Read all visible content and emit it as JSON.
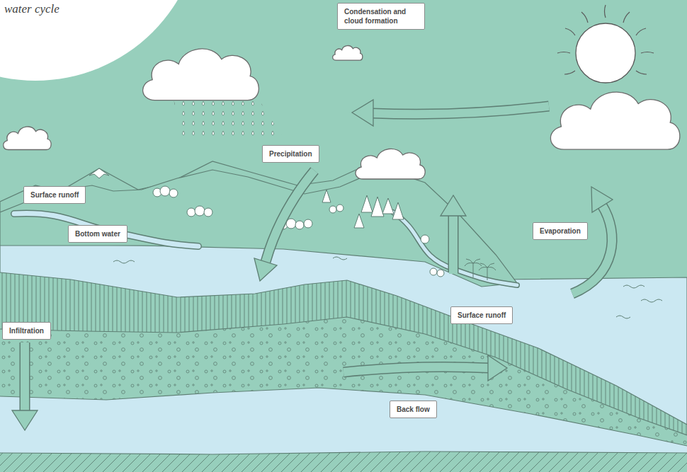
{
  "diagram": {
    "title": "water cycle",
    "nodes": [
      {
        "text": [
          "Condensation and cloud formation"
        ]
      },
      {
        "text": [
          "Precipitation"
        ]
      },
      {
        "text": [
          "Surface runoff"
        ]
      },
      {
        "text": [
          "Bottom water"
        ]
      },
      {
        "text": [
          "Evaporation"
        ]
      },
      {
        "text": [
          "Surface runoff"
        ]
      },
      {
        "text": [
          "Infiltration"
        ]
      },
      {
        "text": [
          "Back flow"
        ]
      }
    ]
  }
}
